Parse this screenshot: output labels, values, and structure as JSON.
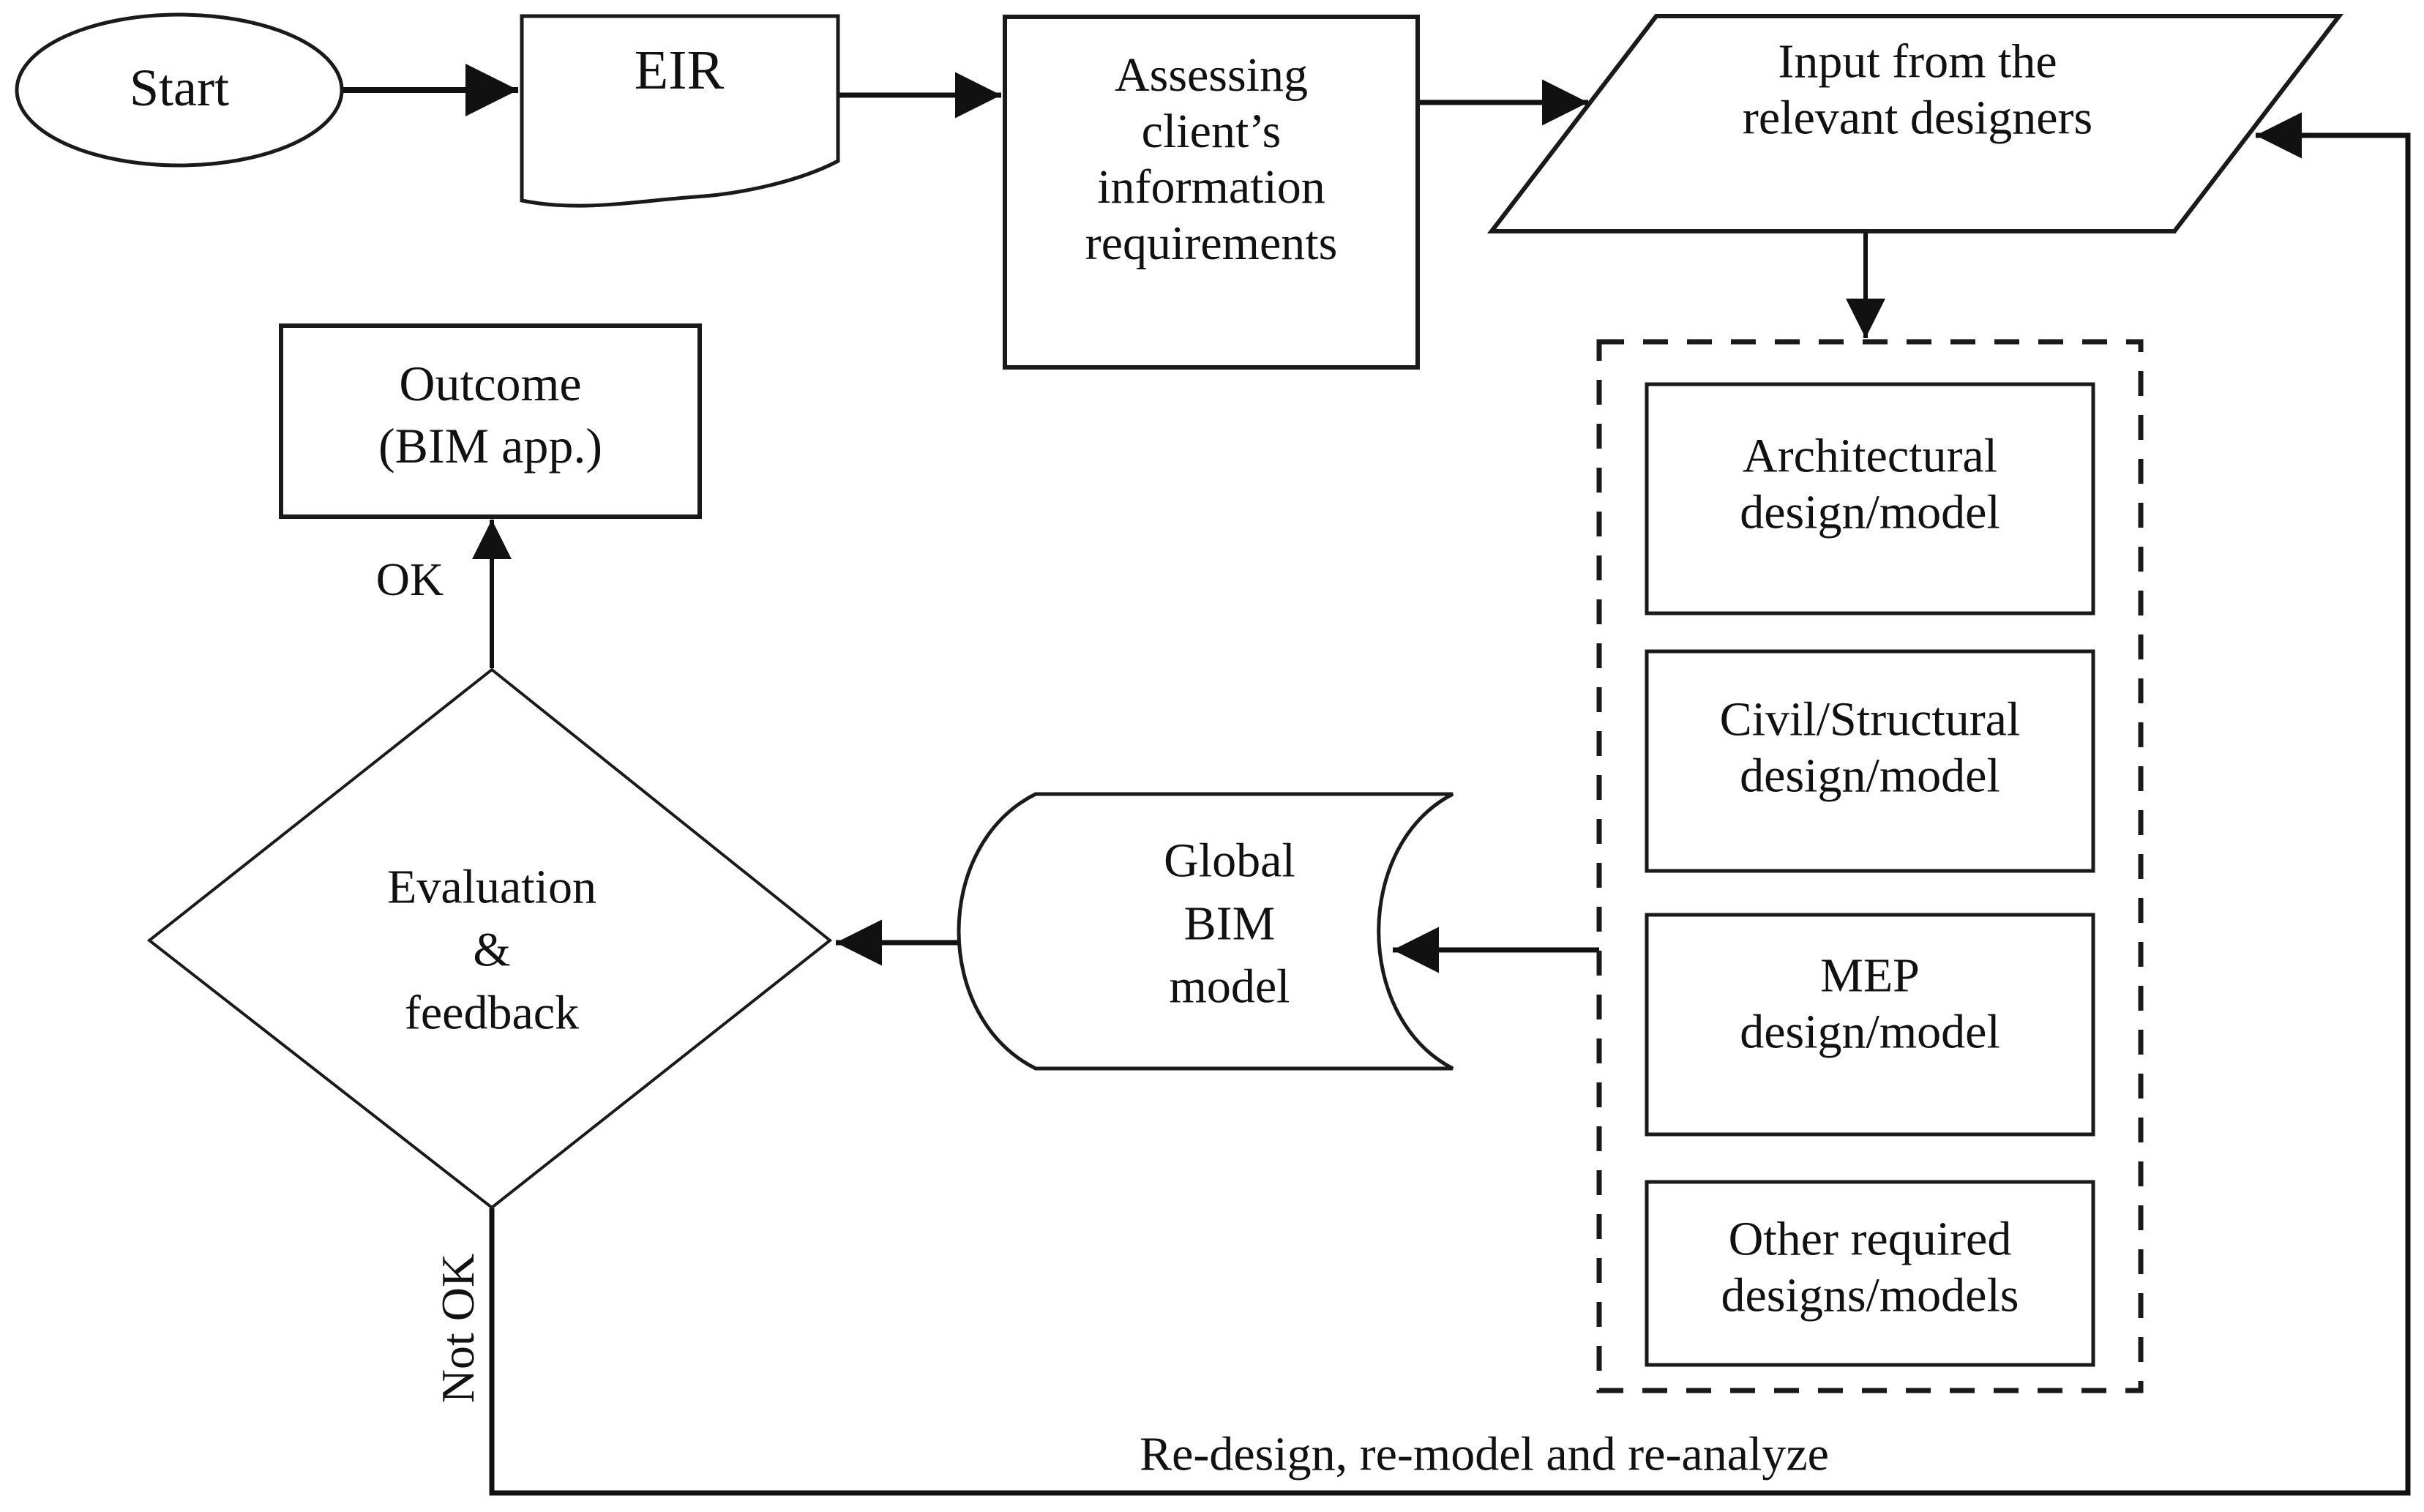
{
  "diagram": {
    "type": "flowchart",
    "colors": {
      "ink": "#1a1a1a",
      "background": "#ffffff"
    },
    "nodes": {
      "start": {
        "label": "Start",
        "shape": "terminator-ellipse"
      },
      "eir": {
        "label": "EIR",
        "shape": "document"
      },
      "assessing": {
        "label": "Assessing\nclient’s\ninformation\nrequirements",
        "shape": "process-rect"
      },
      "input_designers": {
        "label": "Input from the\nrelevant designers",
        "shape": "data-parallelogram"
      },
      "architectural": {
        "label": "Architectural\ndesign/model",
        "shape": "process-rect"
      },
      "civil_structural": {
        "label": "Civil/Structural\ndesign/model",
        "shape": "process-rect"
      },
      "mep": {
        "label": "MEP\ndesign/model",
        "shape": "process-rect"
      },
      "other_designs": {
        "label": "Other required\ndesigns/models",
        "shape": "process-rect"
      },
      "global_bim": {
        "label": "Global\nBIM\nmodel",
        "shape": "stored-data"
      },
      "evaluation": {
        "label": "Evaluation\n&\nfeedback",
        "shape": "decision-diamond"
      },
      "outcome": {
        "label": "Outcome\n(BIM app.)",
        "shape": "process-rect"
      }
    },
    "edge_labels": {
      "ok": "OK",
      "not_ok": "Not OK",
      "redesign": "Re-design, re-model and re-analyze"
    },
    "edges": [
      {
        "from": "start",
        "to": "eir"
      },
      {
        "from": "eir",
        "to": "assessing"
      },
      {
        "from": "assessing",
        "to": "input_designers"
      },
      {
        "from": "input_designers",
        "to": "designs_dashed_group"
      },
      {
        "from": "designs_dashed_group",
        "to": "global_bim"
      },
      {
        "from": "global_bim",
        "to": "evaluation"
      },
      {
        "from": "evaluation",
        "to": "outcome",
        "label": "OK"
      },
      {
        "from": "evaluation",
        "to": "input_designers",
        "label": "Not OK",
        "note": "Re-design, re-model and re-analyze"
      }
    ]
  }
}
